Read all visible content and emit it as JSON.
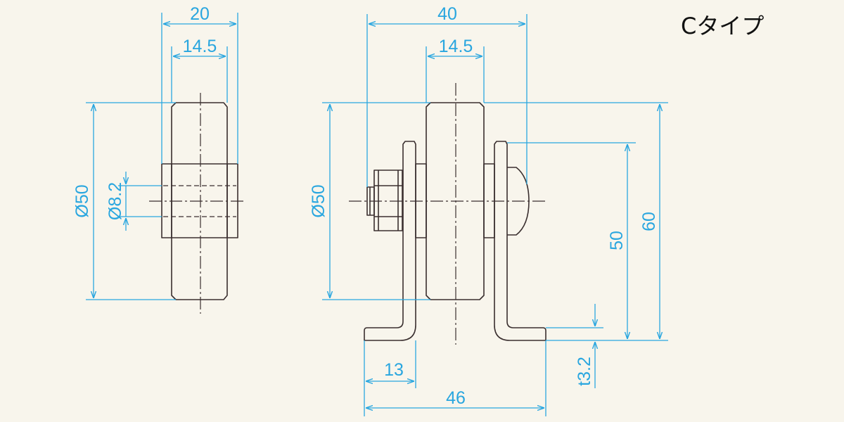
{
  "title": "Cタイプ",
  "colors": {
    "background": "#f8f5ec",
    "outline": "#3a2f2f",
    "dimension": "#29a6df"
  },
  "side_view": {
    "dim_width_total": "20",
    "dim_width_wheel": "14.5",
    "dim_diameter_wheel": "Ø50",
    "dim_diameter_axle": "Ø8.2"
  },
  "front_view": {
    "dim_width_total": "40",
    "dim_width_wheel": "14.5",
    "dim_diameter_wheel": "Ø50",
    "dim_height_axle": "50",
    "dim_height_total": "60",
    "dim_flange_length": "13",
    "dim_base_width": "46",
    "dim_thickness": "t3.2"
  }
}
